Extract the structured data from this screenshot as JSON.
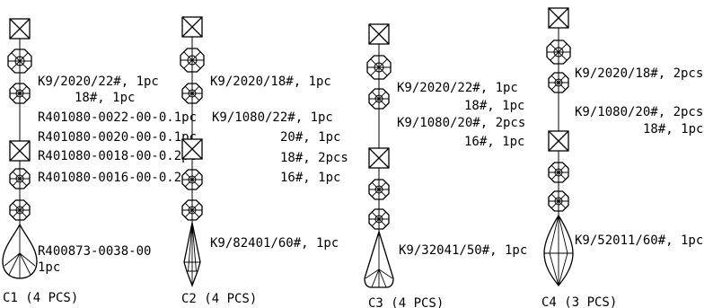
{
  "diagram": {
    "colors": {
      "ink": "#000000",
      "background": "#ffffff"
    },
    "chains": [
      {
        "id": "c1",
        "caption": "C1 (4 PCS)",
        "labels": [
          "K9/2020/22#, 1pc",
          "18#, 1pc",
          "R401080-0022-00-0.1pc",
          "R401080-0020-00-0.1pc",
          "R401080-0018-00-0.2pc",
          "R401080-0016-00-0.2pc",
          "R400873-0038-00",
          "1pc"
        ]
      },
      {
        "id": "c2",
        "caption": "C2 (4 PCS)",
        "labels": [
          "K9/2020/18#, 1pc",
          "K9/1080/22#, 1pc",
          "20#, 1pc",
          "18#, 2pcs",
          "16#, 1pc",
          "K9/82401/60#, 1pc"
        ]
      },
      {
        "id": "c3",
        "caption": "C3 (4 PCS)",
        "labels": [
          "K9/2020/22#, 1pc",
          "18#, 1pc",
          "K9/1080/20#, 2pcs",
          "16#, 1pc",
          "K9/32041/50#, 1pc"
        ]
      },
      {
        "id": "c4",
        "caption": "C4 (3 PCS)",
        "labels": [
          "K9/2020/18#, 2pcs",
          "K9/1080/20#, 2pcs",
          "18#, 1pc",
          "K9/52011/60#, 1pc"
        ]
      }
    ]
  }
}
